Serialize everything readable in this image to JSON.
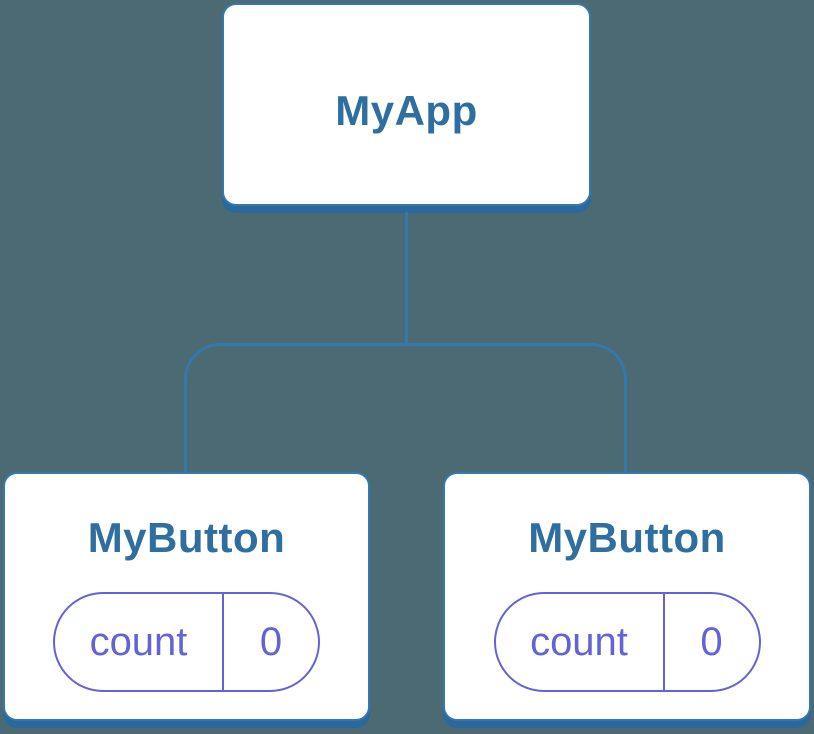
{
  "diagram": {
    "root": {
      "label": "MyApp"
    },
    "children": [
      {
        "label": "MyButton",
        "state": {
          "key": "count",
          "value": "0"
        }
      },
      {
        "label": "MyButton",
        "state": {
          "key": "count",
          "value": "0"
        }
      }
    ]
  },
  "colors": {
    "bg": "#4c6a73",
    "node_border": "#3478ad",
    "node_shadow": "#2b689c",
    "node_text": "#2f6f9f",
    "state_accent": "#6363d9",
    "node_fill": "#ffffff"
  }
}
